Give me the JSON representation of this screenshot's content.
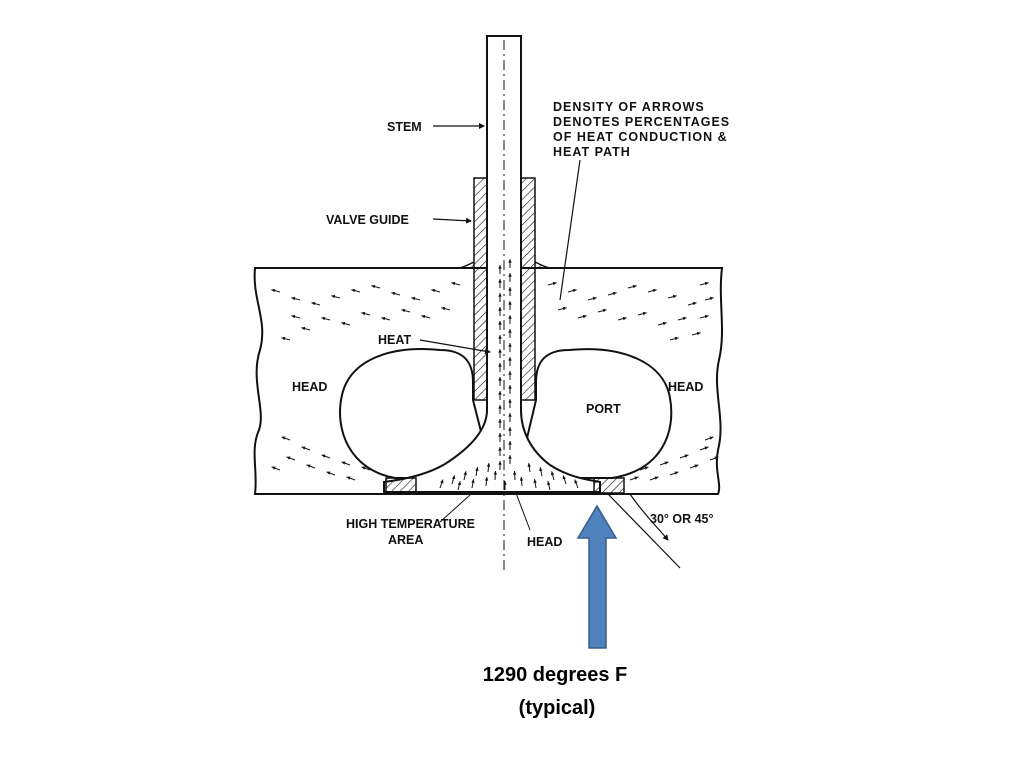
{
  "labels": {
    "stem": "STEM",
    "valve_guide": "VALVE GUIDE",
    "note_lines": [
      "DENSITY  OF  ARROWS",
      "DENOTES PERCENTAGES",
      "OF HEAT CONDUCTION &",
      "HEAT PATH"
    ],
    "heat": "HEAT",
    "head_left": "HEAD",
    "head_right": "HEAD",
    "port": "PORT",
    "high_temp_line1": "HIGH TEMPERATURE",
    "high_temp_line2": "AREA",
    "head_bottom": "HEAD",
    "angle": "30° OR 45°"
  },
  "caption": {
    "line1": "1290 degrees F",
    "line2": "(typical)"
  },
  "colors": {
    "arrow_fill": "#4F81BD",
    "arrow_stroke": "#385D8A",
    "line": "#111111"
  }
}
